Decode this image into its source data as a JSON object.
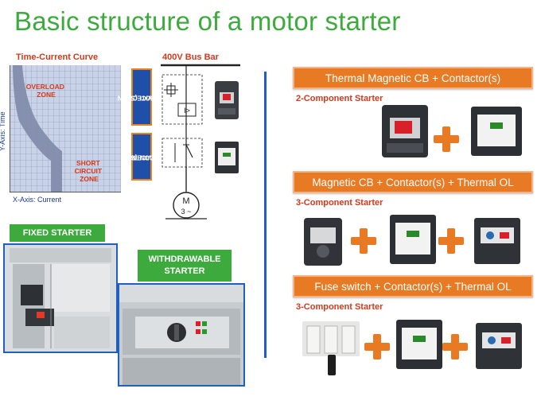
{
  "title": "Basic structure of a motor starter",
  "curve": {
    "title": "Time-Current Curve",
    "overload_zone": [
      "OVERLOAD",
      "ZONE"
    ],
    "short_circuit_zone": [
      "SHORT",
      "CIRCUIT",
      "ZONE"
    ],
    "y_axis": "Y-Axis: Time",
    "x_axis": "X-Axis: Current"
  },
  "schematic": {
    "bus_bar": "400V Bus Bar",
    "protection_tag": [
      "PROTECTION",
      "DEVICE(S)"
    ],
    "control_tag": [
      "CONTROL",
      "DEVICE(S)"
    ],
    "motor_symbol": [
      "M",
      "3 ~"
    ]
  },
  "fixed_starter": "FIXED STARTER",
  "withdrawable_starter": [
    "WITHDRAWABLE",
    "STARTER"
  ],
  "options": [
    {
      "banner": "Thermal Magnetic CB + Contactor(s)",
      "subtitle": "2-Component Starter"
    },
    {
      "banner": "Magnetic CB + Contactor(s) + Thermal OL",
      "subtitle": "3-Component Starter"
    },
    {
      "banner": "Fuse switch + Contactor(s) + Thermal OL",
      "subtitle": "3-Component Starter"
    }
  ],
  "colors": {
    "title_green": "#3daa3d",
    "accent_orange": "#e97a24",
    "label_red": "#d23a1c",
    "divider_blue": "#1f5fc0"
  }
}
